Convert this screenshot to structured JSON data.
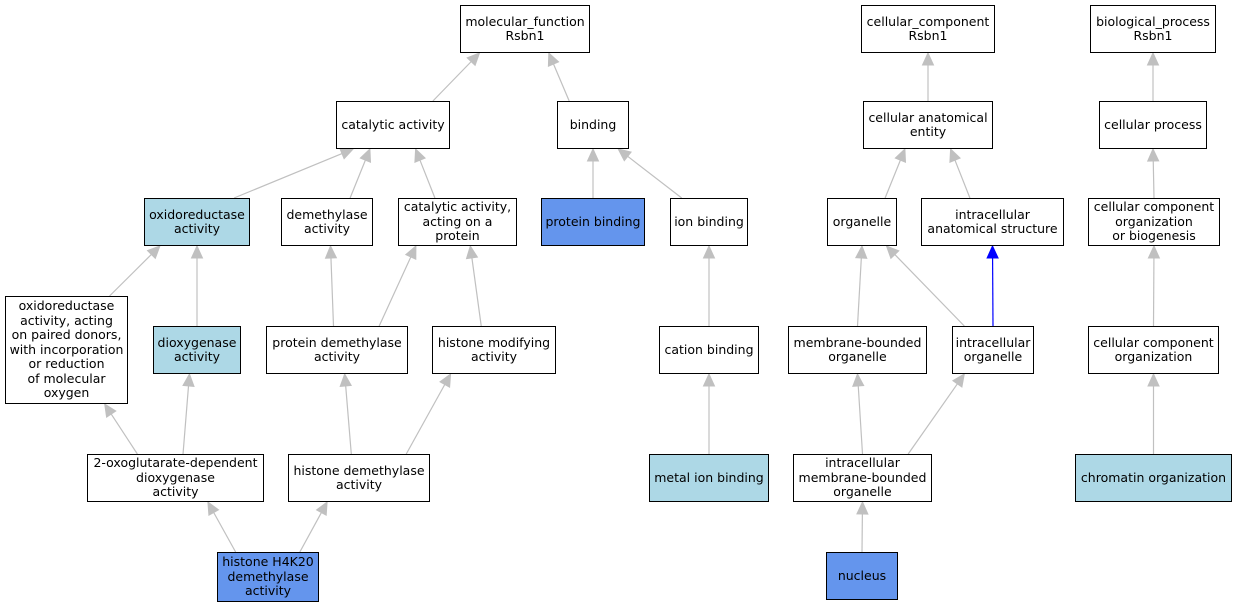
{
  "colors": {
    "light_node": "#add8e6",
    "dark_node": "#6495ed",
    "edge": "#c0c0c0",
    "highlight_edge": "#0000ff"
  },
  "nodes": {
    "molecular_function": {
      "label": "molecular_function\nRsbn1",
      "fill": "white"
    },
    "catalytic_activity": {
      "label": "catalytic activity",
      "fill": "white"
    },
    "binding": {
      "label": "binding",
      "fill": "white"
    },
    "oxidoreductase_activity": {
      "label": "oxidoreductase\nactivity",
      "fill": "light"
    },
    "demethylase_activity": {
      "label": "demethylase\nactivity",
      "fill": "white"
    },
    "catalytic_activity_protein": {
      "label": "catalytic activity,\nacting on a\nprotein",
      "fill": "white"
    },
    "protein_binding": {
      "label": "protein binding",
      "fill": "dark"
    },
    "ion_binding": {
      "label": "ion binding",
      "fill": "white"
    },
    "oxidoreductase_paired_donors": {
      "label": "oxidoreductase\nactivity, acting\non paired donors,\nwith incorporation\nor reduction\nof molecular\noxygen",
      "fill": "white"
    },
    "dioxygenase_activity": {
      "label": "dioxygenase\nactivity",
      "fill": "light"
    },
    "protein_demethylase_activity": {
      "label": "protein demethylase\nactivity",
      "fill": "white"
    },
    "histone_modifying_activity": {
      "label": "histone modifying\nactivity",
      "fill": "white"
    },
    "cation_binding": {
      "label": "cation binding",
      "fill": "white"
    },
    "oxoglutarate_dioxygenase": {
      "label": "2-oxoglutarate-dependent\ndioxygenase\nactivity",
      "fill": "white"
    },
    "histone_demethylase_activity": {
      "label": "histone demethylase\nactivity",
      "fill": "white"
    },
    "metal_ion_binding": {
      "label": "metal ion binding",
      "fill": "light"
    },
    "histone_h4k20_demethylase": {
      "label": "histone H4K20\ndemethylase\nactivity",
      "fill": "dark"
    },
    "cellular_component": {
      "label": "cellular_component\nRsbn1",
      "fill": "white"
    },
    "cellular_anatomical_entity": {
      "label": "cellular anatomical\nentity",
      "fill": "white"
    },
    "organelle": {
      "label": "organelle",
      "fill": "white"
    },
    "intracellular_anatomical_structure": {
      "label": "intracellular\nanatomical structure",
      "fill": "white"
    },
    "membrane_bounded_organelle": {
      "label": "membrane-bounded\norganelle",
      "fill": "white"
    },
    "intracellular_organelle": {
      "label": "intracellular\norganelle",
      "fill": "white"
    },
    "intracellular_membrane_bounded_organelle": {
      "label": "intracellular\nmembrane-bounded\norganelle",
      "fill": "white"
    },
    "nucleus": {
      "label": "nucleus",
      "fill": "dark"
    },
    "biological_process": {
      "label": "biological_process\nRsbn1",
      "fill": "white"
    },
    "cellular_process": {
      "label": "cellular process",
      "fill": "white"
    },
    "cellular_component_organization_or_biogenesis": {
      "label": "cellular component\norganization\nor biogenesis",
      "fill": "white"
    },
    "cellular_component_organization": {
      "label": "cellular component\norganization",
      "fill": "white"
    },
    "chromatin_organization": {
      "label": "chromatin organization",
      "fill": "light"
    }
  },
  "edges": [
    {
      "from": "catalytic_activity",
      "to": "molecular_function"
    },
    {
      "from": "binding",
      "to": "molecular_function"
    },
    {
      "from": "oxidoreductase_activity",
      "to": "catalytic_activity"
    },
    {
      "from": "demethylase_activity",
      "to": "catalytic_activity"
    },
    {
      "from": "catalytic_activity_protein",
      "to": "catalytic_activity"
    },
    {
      "from": "protein_binding",
      "to": "binding"
    },
    {
      "from": "ion_binding",
      "to": "binding"
    },
    {
      "from": "oxidoreductase_paired_donors",
      "to": "oxidoreductase_activity"
    },
    {
      "from": "dioxygenase_activity",
      "to": "oxidoreductase_activity"
    },
    {
      "from": "protein_demethylase_activity",
      "to": "demethylase_activity"
    },
    {
      "from": "protein_demethylase_activity",
      "to": "catalytic_activity_protein"
    },
    {
      "from": "histone_modifying_activity",
      "to": "catalytic_activity_protein"
    },
    {
      "from": "cation_binding",
      "to": "ion_binding"
    },
    {
      "from": "oxoglutarate_dioxygenase",
      "to": "oxidoreductase_paired_donors"
    },
    {
      "from": "oxoglutarate_dioxygenase",
      "to": "dioxygenase_activity"
    },
    {
      "from": "histone_demethylase_activity",
      "to": "protein_demethylase_activity"
    },
    {
      "from": "histone_demethylase_activity",
      "to": "histone_modifying_activity"
    },
    {
      "from": "metal_ion_binding",
      "to": "cation_binding"
    },
    {
      "from": "histone_h4k20_demethylase",
      "to": "oxoglutarate_dioxygenase"
    },
    {
      "from": "histone_h4k20_demethylase",
      "to": "histone_demethylase_activity"
    },
    {
      "from": "cellular_anatomical_entity",
      "to": "cellular_component"
    },
    {
      "from": "organelle",
      "to": "cellular_anatomical_entity"
    },
    {
      "from": "intracellular_anatomical_structure",
      "to": "cellular_anatomical_entity"
    },
    {
      "from": "membrane_bounded_organelle",
      "to": "organelle"
    },
    {
      "from": "intracellular_organelle",
      "to": "organelle"
    },
    {
      "from": "intracellular_organelle",
      "to": "intracellular_anatomical_structure",
      "highlight": true
    },
    {
      "from": "intracellular_membrane_bounded_organelle",
      "to": "membrane_bounded_organelle"
    },
    {
      "from": "intracellular_membrane_bounded_organelle",
      "to": "intracellular_organelle"
    },
    {
      "from": "nucleus",
      "to": "intracellular_membrane_bounded_organelle"
    },
    {
      "from": "cellular_process",
      "to": "biological_process"
    },
    {
      "from": "cellular_component_organization_or_biogenesis",
      "to": "cellular_process"
    },
    {
      "from": "cellular_component_organization",
      "to": "cellular_component_organization_or_biogenesis"
    },
    {
      "from": "chromatin_organization",
      "to": "cellular_component_organization"
    }
  ]
}
